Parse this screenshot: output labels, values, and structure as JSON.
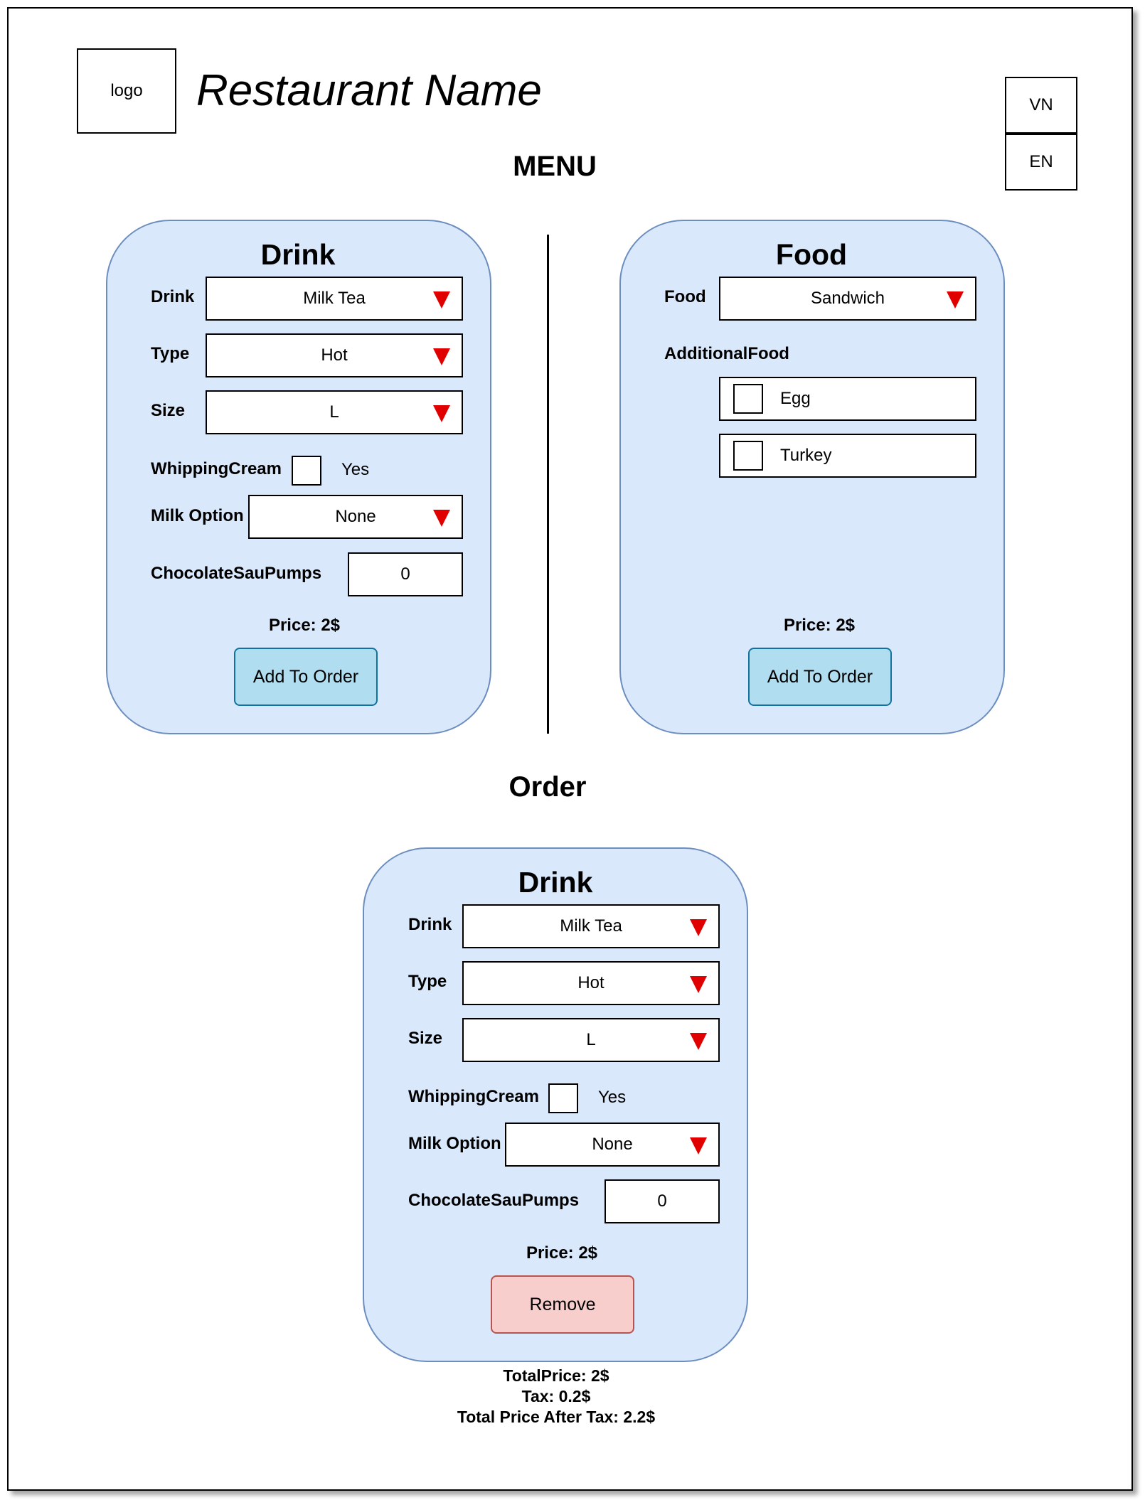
{
  "header": {
    "logo_label": "logo",
    "restaurant_name": "Restaurant Name",
    "languages": [
      "VN",
      "EN"
    ]
  },
  "menu": {
    "title": "MENU",
    "drink_card": {
      "title": "Drink",
      "drink_label": "Drink",
      "drink_value": "Milk Tea",
      "type_label": "Type",
      "type_value": "Hot",
      "size_label": "Size",
      "size_value": "L",
      "whipping_label": "WhippingCream",
      "whipping_option": "Yes",
      "milk_label": "Milk Option",
      "milk_value": "None",
      "pumps_label": "ChocolateSauPumps",
      "pumps_value": "0",
      "price": "Price: 2$",
      "add_button": "Add To Order"
    },
    "food_card": {
      "title": "Food",
      "food_label": "Food",
      "food_value": "Sandwich",
      "additional_label": "AdditionalFood",
      "additional_items": [
        "Egg",
        "Turkey"
      ],
      "price": "Price: 2$",
      "add_button": "Add To Order"
    }
  },
  "order": {
    "title": "Order",
    "drink_card": {
      "title": "Drink",
      "drink_label": "Drink",
      "drink_value": "Milk Tea",
      "type_label": "Type",
      "type_value": "Hot",
      "size_label": "Size",
      "size_value": "L",
      "whipping_label": "WhippingCream",
      "whipping_option": "Yes",
      "milk_label": "Milk Option",
      "milk_value": "None",
      "pumps_label": "ChocolateSauPumps",
      "pumps_value": "0",
      "price": "Price: 2$",
      "remove_button": "Remove"
    },
    "totals": {
      "total_price": "TotalPrice: 2$",
      "tax": "Tax: 0.2$",
      "total_after_tax": "Total Price After Tax: 2.2$"
    }
  },
  "colors": {
    "card_fill": "#dae8fc",
    "card_border": "#6c8ebf",
    "add_button_fill": "#b1ddf0",
    "remove_button_fill": "#f8cecc",
    "dropdown_arrow": "#e00000"
  }
}
